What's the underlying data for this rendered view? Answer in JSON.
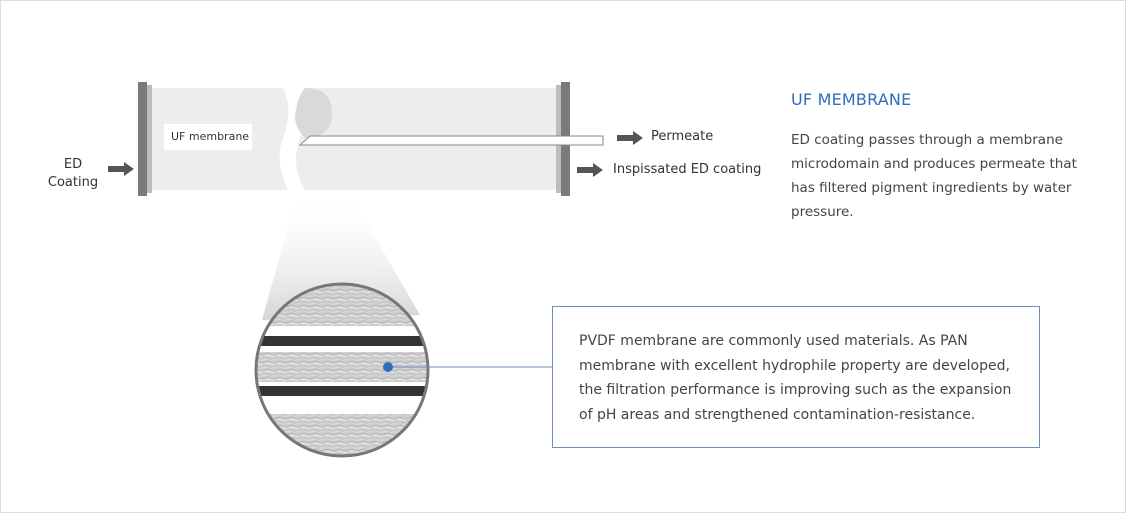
{
  "diagram": {
    "input_label_line1": "ED",
    "input_label_line2": "Coating",
    "membrane_label": "UF membrane",
    "permeate_label": "Permeate",
    "output_label": "Inspissated ED coating"
  },
  "info": {
    "title": "UF MEMBRANE",
    "description": "ED coating passes through a membrane microdomain and produces permeate that has filtered pigment ingredients by water pressure.",
    "detail": "PVDF membrane are commonly used materials. As PAN membrane with excellent hydrophile property are developed, the filtration performance is improving such as the expansion of pH areas and strengthened contamination-resistance."
  },
  "colors": {
    "accent": "#2f6dbb",
    "box_border": "#6f8fb5",
    "cylinder": "#ededed",
    "flange": "#7a7a7a",
    "arrow": "#555555"
  }
}
